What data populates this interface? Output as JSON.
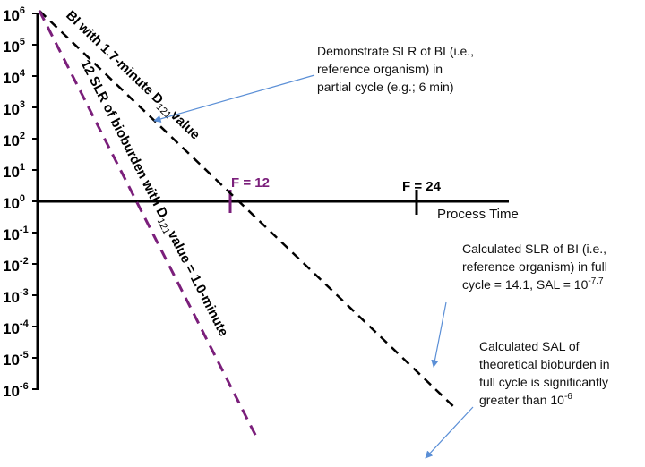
{
  "axis": {
    "base": "10",
    "exponents": [
      "6",
      "5",
      "4",
      "3",
      "2",
      "1",
      "0",
      "-1",
      "-2",
      "-3",
      "-4",
      "-5",
      "-6"
    ],
    "x_label": "Process Time"
  },
  "markers": {
    "f12": "F = 12",
    "f24": "F = 24"
  },
  "lines": {
    "bi": {
      "text_before": "BI with 1.7-minute D",
      "subscript": "121",
      "text_after": "value",
      "color": "#000000"
    },
    "bioburden": {
      "text_before": "12 SLR of bioburden with D",
      "subscript": "121",
      "text_after": "value = 1.0-minute",
      "color": "#7b1f7b"
    }
  },
  "annotations": {
    "partial": [
      "Demonstrate SLR of BI (i.e.,",
      "reference organism) in",
      "partial cycle (e.g.; 6 min)"
    ],
    "full_bi": {
      "line1": "Calculated SLR of BI (i.e.,",
      "line2": "reference organism) in full",
      "line3_prefix": "cycle = 14.1, SAL = 10",
      "line3_exp": "-7.7"
    },
    "full_sal": {
      "line1": "Calculated SAL of",
      "line2": "theoretical bioburden in",
      "line3": "full cycle is significantly",
      "line4_prefix": "greater than 10",
      "line4_exp": "-6"
    }
  },
  "colors": {
    "arrow": "#5b8fd6",
    "accent": "#7b1f7b",
    "axis": "#000000"
  }
}
